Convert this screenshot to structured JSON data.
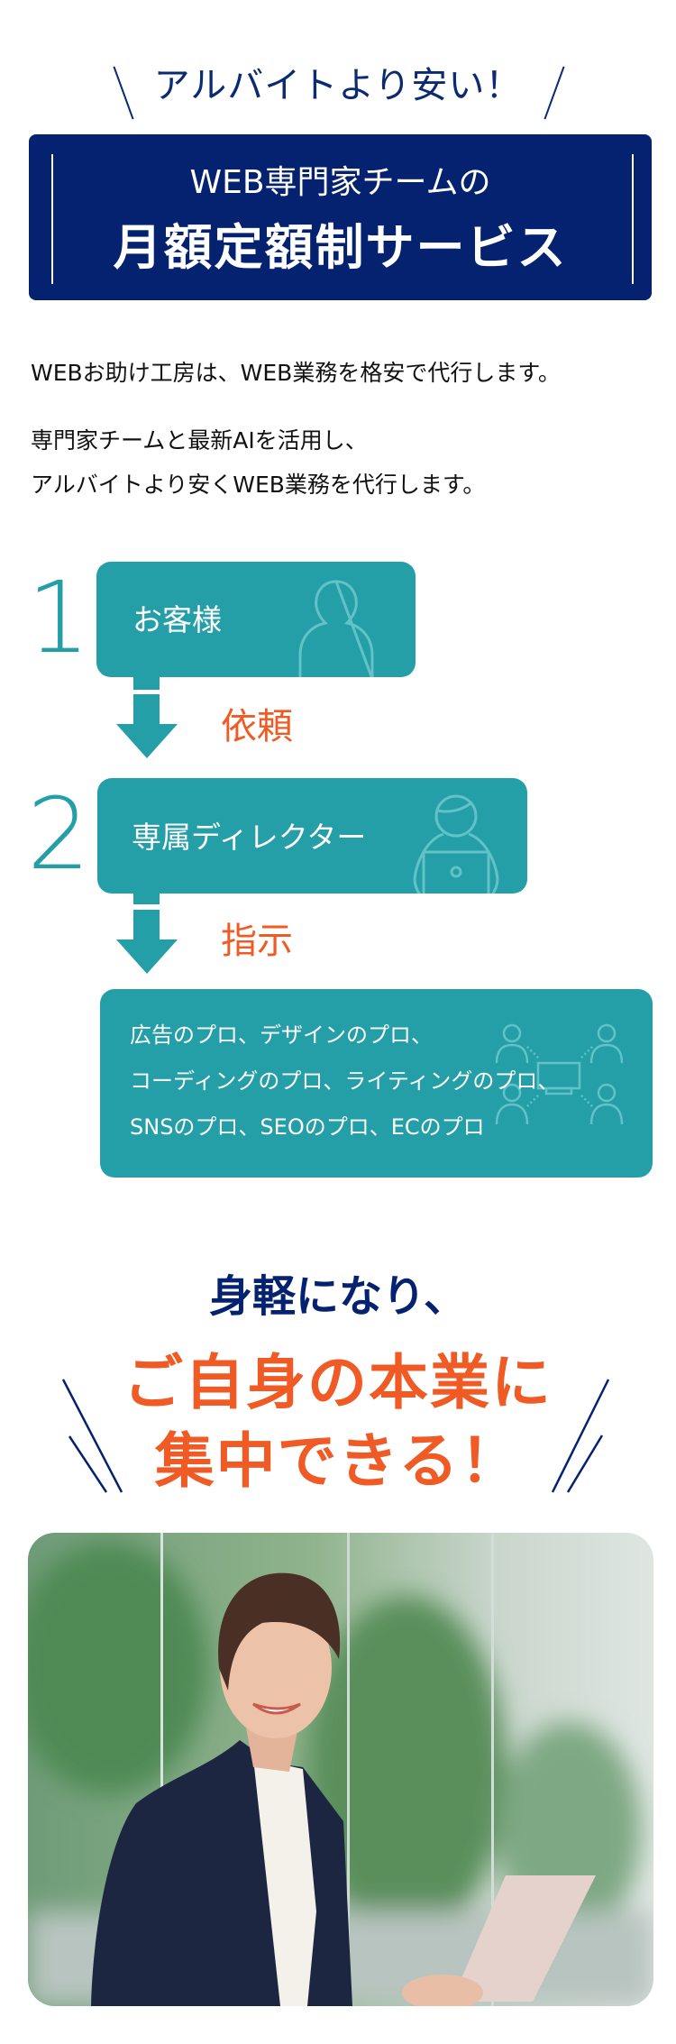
{
  "hero": {
    "tagline": "アルバイトより安い！",
    "title_line1": "WEB専門家チームの",
    "title_line2": "月額定額制サービス"
  },
  "intro": {
    "paragraph1": "WEBお助け工房は、WEB業務を格安で代行します。",
    "paragraph2_line1": "専門家チームと最新AIを活用し、",
    "paragraph2_line2": "アルバイトより安くWEB業務を代行します。"
  },
  "flow": {
    "step1": {
      "number": "1",
      "label": "お客様",
      "icon": "person-icon"
    },
    "arrow1_label": "依頼",
    "step2": {
      "number": "2",
      "label": "専属ディレクター",
      "icon": "director-laptop-icon"
    },
    "arrow2_label": "指示",
    "pros": {
      "lines": [
        "広告のプロ、デザインのプロ、",
        "コーディングのプロ、ライティングのプロ、",
        "SNSのプロ、SEOのプロ、ECのプロ"
      ],
      "icon": "team-network-icon"
    }
  },
  "benefit": {
    "line1": "身軽になり、",
    "line2": "ご自身の本業に",
    "line3": "集中できる！"
  },
  "colors": {
    "navy": "#052270",
    "teal": "#249fa8",
    "orange": "#f05a24"
  }
}
